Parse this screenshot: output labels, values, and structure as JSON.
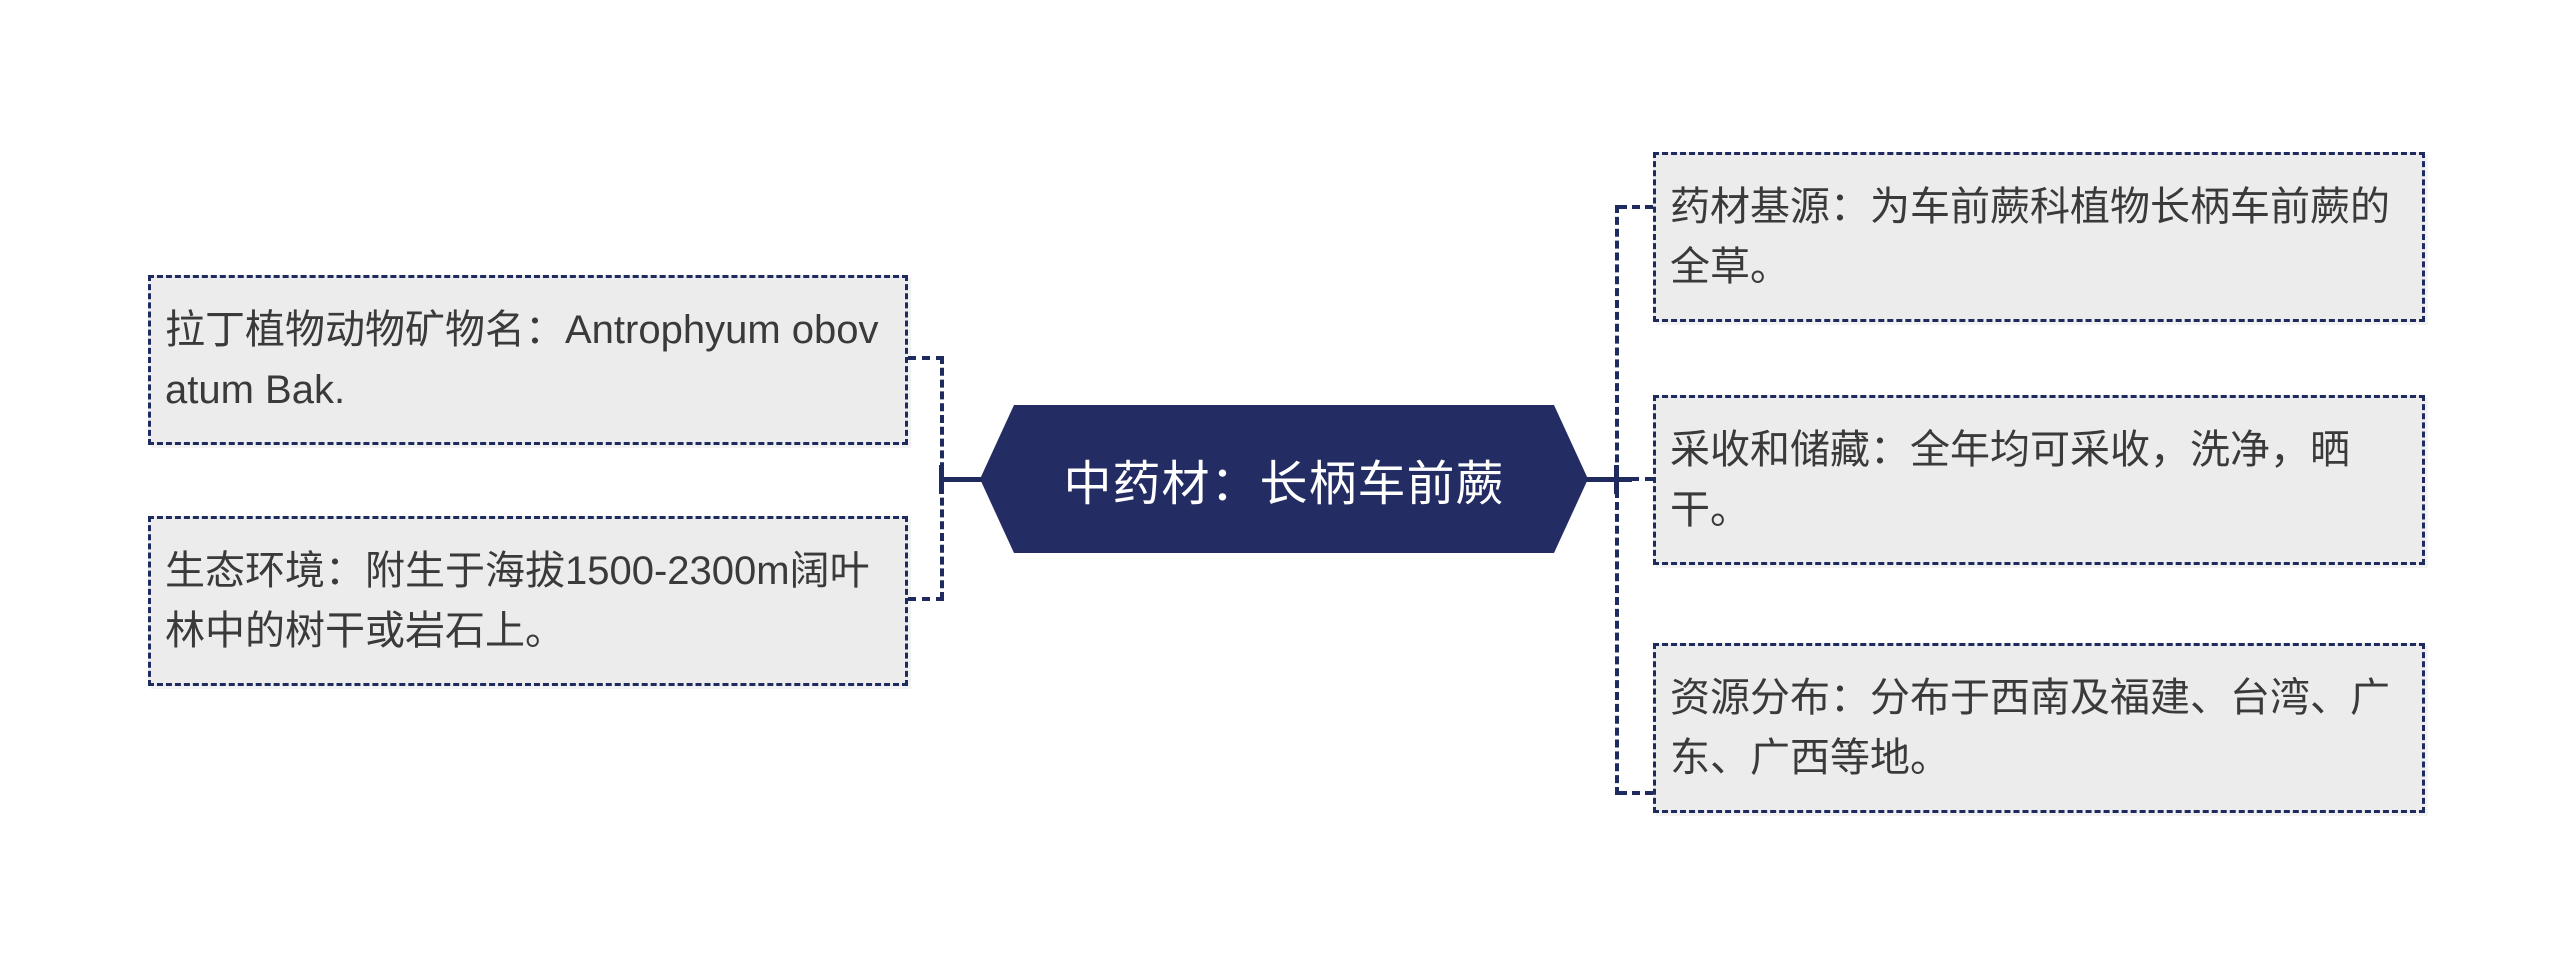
{
  "diagram": {
    "type": "mindmap",
    "center": {
      "label": "中药材：长柄车前蕨"
    },
    "left_nodes": [
      {
        "id": "latin-name",
        "text": "拉丁植物动物矿物名：Antrophyum obovatum Bak."
      },
      {
        "id": "ecology",
        "text": "生态环境：附生于海拔1500-2300m阔叶林中的树干或岩石上。"
      }
    ],
    "right_nodes": [
      {
        "id": "source",
        "text": "药材基源：为车前蕨科植物长柄车前蕨的全草。"
      },
      {
        "id": "harvest-storage",
        "text": "采收和储藏：全年均可采收，洗净，晒干。"
      },
      {
        "id": "distribution",
        "text": "资源分布：分布于西南及福建、台湾、广东、广西等地。"
      }
    ],
    "colors": {
      "navy": "#232d63",
      "connector": "#1f2a5e",
      "box_fill": "#ececec",
      "box_text": "#3a3a3a",
      "center_text": "#ffffff",
      "background": "#ffffff"
    }
  }
}
